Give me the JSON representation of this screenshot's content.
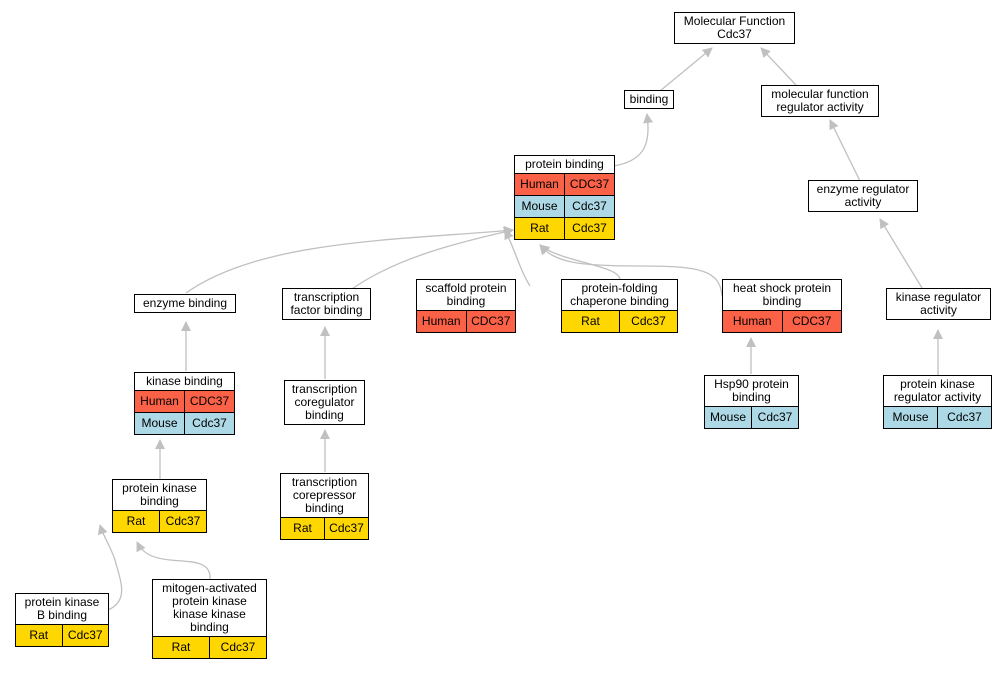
{
  "colors": {
    "human": "#fa6146",
    "mouse": "#add8e6",
    "rat": "#ffd700",
    "edge": "#c0c0c0"
  },
  "nodes": {
    "mf": {
      "title": "Molecular Function\nCdc37",
      "annotations": []
    },
    "bind": {
      "title": "binding",
      "annotations": []
    },
    "mfra": {
      "title": "molecular function\nregulator activity",
      "annotations": []
    },
    "pb": {
      "title": "protein binding",
      "annotations": [
        {
          "species": "Human",
          "gene": "CDC37"
        },
        {
          "species": "Mouse",
          "gene": "Cdc37"
        },
        {
          "species": "Rat",
          "gene": "Cdc37"
        }
      ]
    },
    "era": {
      "title": "enzyme regulator\nactivity",
      "annotations": []
    },
    "eb": {
      "title": "enzyme binding",
      "annotations": []
    },
    "tfb": {
      "title": "transcription\nfactor binding",
      "annotations": []
    },
    "spb": {
      "title": "scaffold protein\nbinding",
      "annotations": [
        {
          "species": "Human",
          "gene": "CDC37"
        }
      ]
    },
    "pfcb": {
      "title": "protein-folding\nchaperone binding",
      "annotations": [
        {
          "species": "Rat",
          "gene": "Cdc37"
        }
      ]
    },
    "hspb": {
      "title": "heat shock protein\nbinding",
      "annotations": [
        {
          "species": "Human",
          "gene": "CDC37"
        }
      ]
    },
    "kra": {
      "title": "kinase regulator\nactivity",
      "annotations": []
    },
    "kb": {
      "title": "kinase binding",
      "annotations": [
        {
          "species": "Human",
          "gene": "CDC37"
        },
        {
          "species": "Mouse",
          "gene": "Cdc37"
        }
      ]
    },
    "tcb": {
      "title": "transcription\ncoregulator\nbinding",
      "annotations": []
    },
    "h90": {
      "title": "Hsp90 protein\nbinding",
      "annotations": [
        {
          "species": "Mouse",
          "gene": "Cdc37"
        }
      ]
    },
    "pkra": {
      "title": "protein kinase\nregulator activity",
      "annotations": [
        {
          "species": "Mouse",
          "gene": "Cdc37"
        }
      ]
    },
    "pkb": {
      "title": "protein kinase\nbinding",
      "annotations": [
        {
          "species": "Rat",
          "gene": "Cdc37"
        }
      ]
    },
    "tcrb": {
      "title": "transcription\ncorepressor\nbinding",
      "annotations": [
        {
          "species": "Rat",
          "gene": "Cdc37"
        }
      ]
    },
    "pkbb": {
      "title": "protein kinase\nB binding",
      "annotations": [
        {
          "species": "Rat",
          "gene": "Cdc37"
        }
      ]
    },
    "mapk": {
      "title": "mitogen-activated\nprotein kinase\nkinase kinase\nbinding",
      "annotations": [
        {
          "species": "Rat",
          "gene": "Cdc37"
        }
      ]
    }
  }
}
